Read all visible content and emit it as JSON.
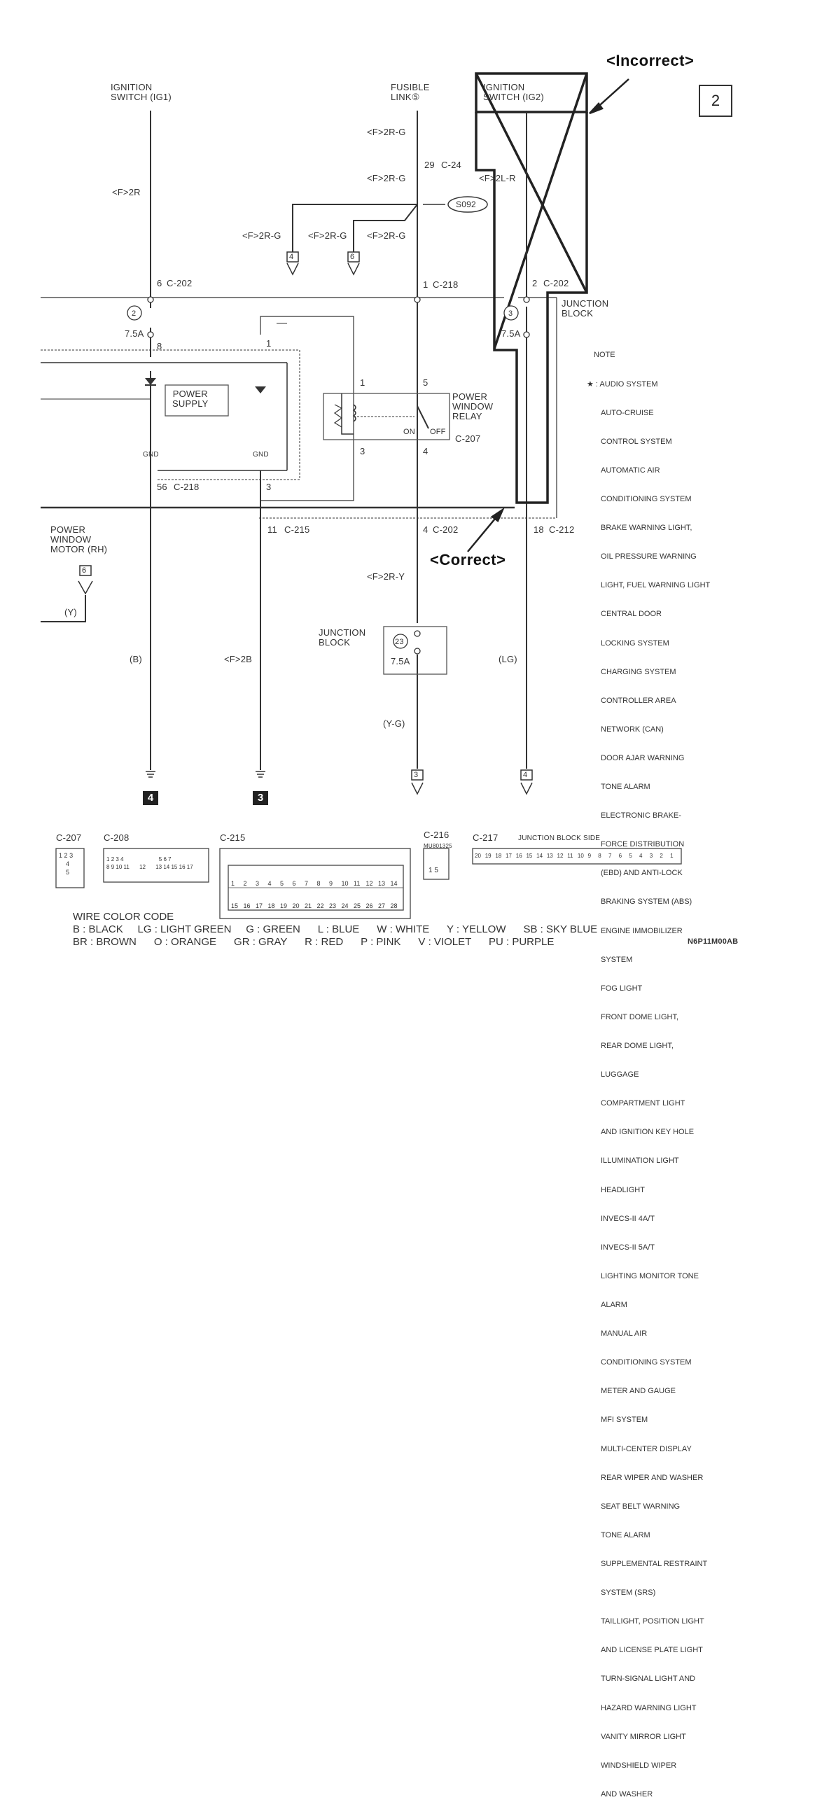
{
  "page_badge": "2",
  "labels": {
    "incorrect": "<Incorrect>",
    "correct": "<Correct>",
    "ig1": "IGNITION\nSWITCH (IG1)",
    "fusible": "FUSIBLE\nLINK⑤",
    "ig2": "IGNITION\nSWITCH (IG2)",
    "junction_block": "JUNCTION\nBLOCK",
    "junction_block2": "JUNCTION\nBLOCK",
    "power_supply": "POWER\nSUPPLY",
    "pw_relay": "POWER\nWINDOW\nRELAY",
    "pw_motor": "POWER\nWINDOW\nMOTOR (RH)",
    "gnd1": "GND",
    "gnd2": "GND",
    "on": "ON",
    "off": "OFF"
  },
  "wires": {
    "w_f2r": "<F>2R",
    "w_f2rg_top": "<F>2R-G",
    "w_f2rg_mid": "<F>2R-G",
    "w_f2rg_a": "<F>2R-G",
    "w_f2rg_b": "<F>2R-G",
    "w_f2rg_c": "<F>2R-G",
    "w_f2lr": "<F>2L-R",
    "w_f2ry": "<F>2R-Y",
    "w_f2b": "<F>2B",
    "w_b": "(B)",
    "w_lg": "(LG)",
    "w_yg": "(Y-G)",
    "w_y": "(Y)",
    "splice": "S092"
  },
  "connectors": {
    "c6": "6",
    "c6id": "C-202",
    "c29": "29",
    "c29id": "C-24",
    "c1": "1",
    "c1id": "C-218",
    "c2": "2",
    "c2id": "C-202",
    "c56": "56",
    "c56id": "C-218",
    "c11": "11",
    "c11id": "C-215",
    "c4": "4",
    "c4id": "C-202",
    "c18": "18",
    "c18id": "C-212",
    "relay_id": "C-207"
  },
  "pins": {
    "p8": "8",
    "p1a": "1",
    "p1b": "1",
    "p5": "5",
    "p3a": "3",
    "p4": "4",
    "p3b": "3"
  },
  "fuses": {
    "f2_num": "2",
    "f2_amp": "7.5A",
    "f3_num": "3",
    "f3_amp": "7.5A",
    "f23_num": "23",
    "f23_amp": "7.5A"
  },
  "refs": {
    "r4": "4",
    "r6": "6",
    "r6b": "6",
    "r3": "3",
    "r4b": "4",
    "bot4": "4",
    "bot3": "3"
  },
  "note": {
    "title": "NOTE",
    "star": "★ : AUDIO SYSTEM",
    "items": [
      "AUTO-CRUISE",
      "CONTROL SYSTEM",
      "AUTOMATIC AIR",
      "CONDITIONING SYSTEM",
      "BRAKE WARNING LIGHT,",
      "OIL PRESSURE WARNING",
      "LIGHT, FUEL WARNING LIGHT",
      "CENTRAL DOOR",
      "LOCKING SYSTEM",
      "CHARGING SYSTEM",
      "CONTROLLER AREA",
      "NETWORK (CAN)",
      "DOOR AJAR WARNING",
      "TONE ALARM",
      "ELECTRONIC BRAKE-",
      "FORCE DISTRIBUTION",
      "(EBD) AND ANTI-LOCK",
      "BRAKING SYSTEM (ABS)",
      "ENGINE IMMOBILIZER",
      "SYSTEM",
      "FOG LIGHT",
      "FRONT DOME LIGHT,",
      "REAR DOME LIGHT,",
      "LUGGAGE",
      "COMPARTMENT LIGHT",
      "AND IGNITION KEY HOLE",
      "ILLUMINATION LIGHT",
      "HEADLIGHT",
      "INVECS-II 4A/T",
      "INVECS-II 5A/T",
      "LIGHTING MONITOR TONE",
      "ALARM",
      "MANUAL AIR",
      "CONDITIONING SYSTEM",
      "METER AND GAUGE",
      "MFI SYSTEM",
      "MULTI-CENTER DISPLAY",
      "REAR WIPER AND WASHER",
      "SEAT BELT WARNING",
      "TONE ALARM",
      "SUPPLEMENTAL RESTRAINT",
      "SYSTEM (SRS)",
      "TAILLIGHT, POSITION LIGHT",
      "AND LICENSE PLATE LIGHT",
      "TURN-SIGNAL LIGHT AND",
      "HAZARD WARNING LIGHT",
      "VANITY MIRROR LIGHT",
      "WINDSHIELD WIPER",
      "AND WASHER"
    ]
  },
  "connector_views": {
    "c207": "C-207",
    "c208": "C-208",
    "c215": "C-215",
    "c216": "C-216",
    "c217": "C-217",
    "c216_part": "MU801325",
    "c217_desc": "JUNCTION BLOCK SIDE",
    "c207_cells": [
      "1",
      "2",
      "3",
      "4",
      "5"
    ],
    "c208_cells": [
      "1",
      "2",
      "3",
      "4",
      "5",
      "6",
      "7",
      "8",
      "9",
      "10",
      "11",
      "12",
      "13",
      "14",
      "15",
      "16",
      "17"
    ],
    "c215_row1": [
      "1",
      "2",
      "3",
      "4",
      "5",
      "6",
      "7",
      "8",
      "9",
      "10",
      "11",
      "12",
      "13",
      "14"
    ],
    "c215_row2": [
      "15",
      "16",
      "17",
      "18",
      "19",
      "20",
      "21",
      "22",
      "23",
      "24",
      "25",
      "26",
      "27",
      "28"
    ],
    "c216_cells": [
      "1",
      "5"
    ],
    "c217_cells": [
      "20",
      "19",
      "18",
      "17",
      "16",
      "15",
      "14",
      "13",
      "12",
      "11",
      "10",
      "9",
      "8",
      "7",
      "6",
      "5",
      "4",
      "3",
      "2",
      "1"
    ]
  },
  "legend": {
    "title": "WIRE COLOR CODE",
    "row1": "B : BLACK     LG : LIGHT GREEN     G : GREEN      L : BLUE      W : WHITE      Y : YELLOW      SB : SKY BLUE",
    "row2": "BR : BROWN      O : ORANGE      GR : GRAY      R : RED      P : PINK      V : VIOLET      PU : PURPLE"
  },
  "footer_code": "N6P11M00AB"
}
